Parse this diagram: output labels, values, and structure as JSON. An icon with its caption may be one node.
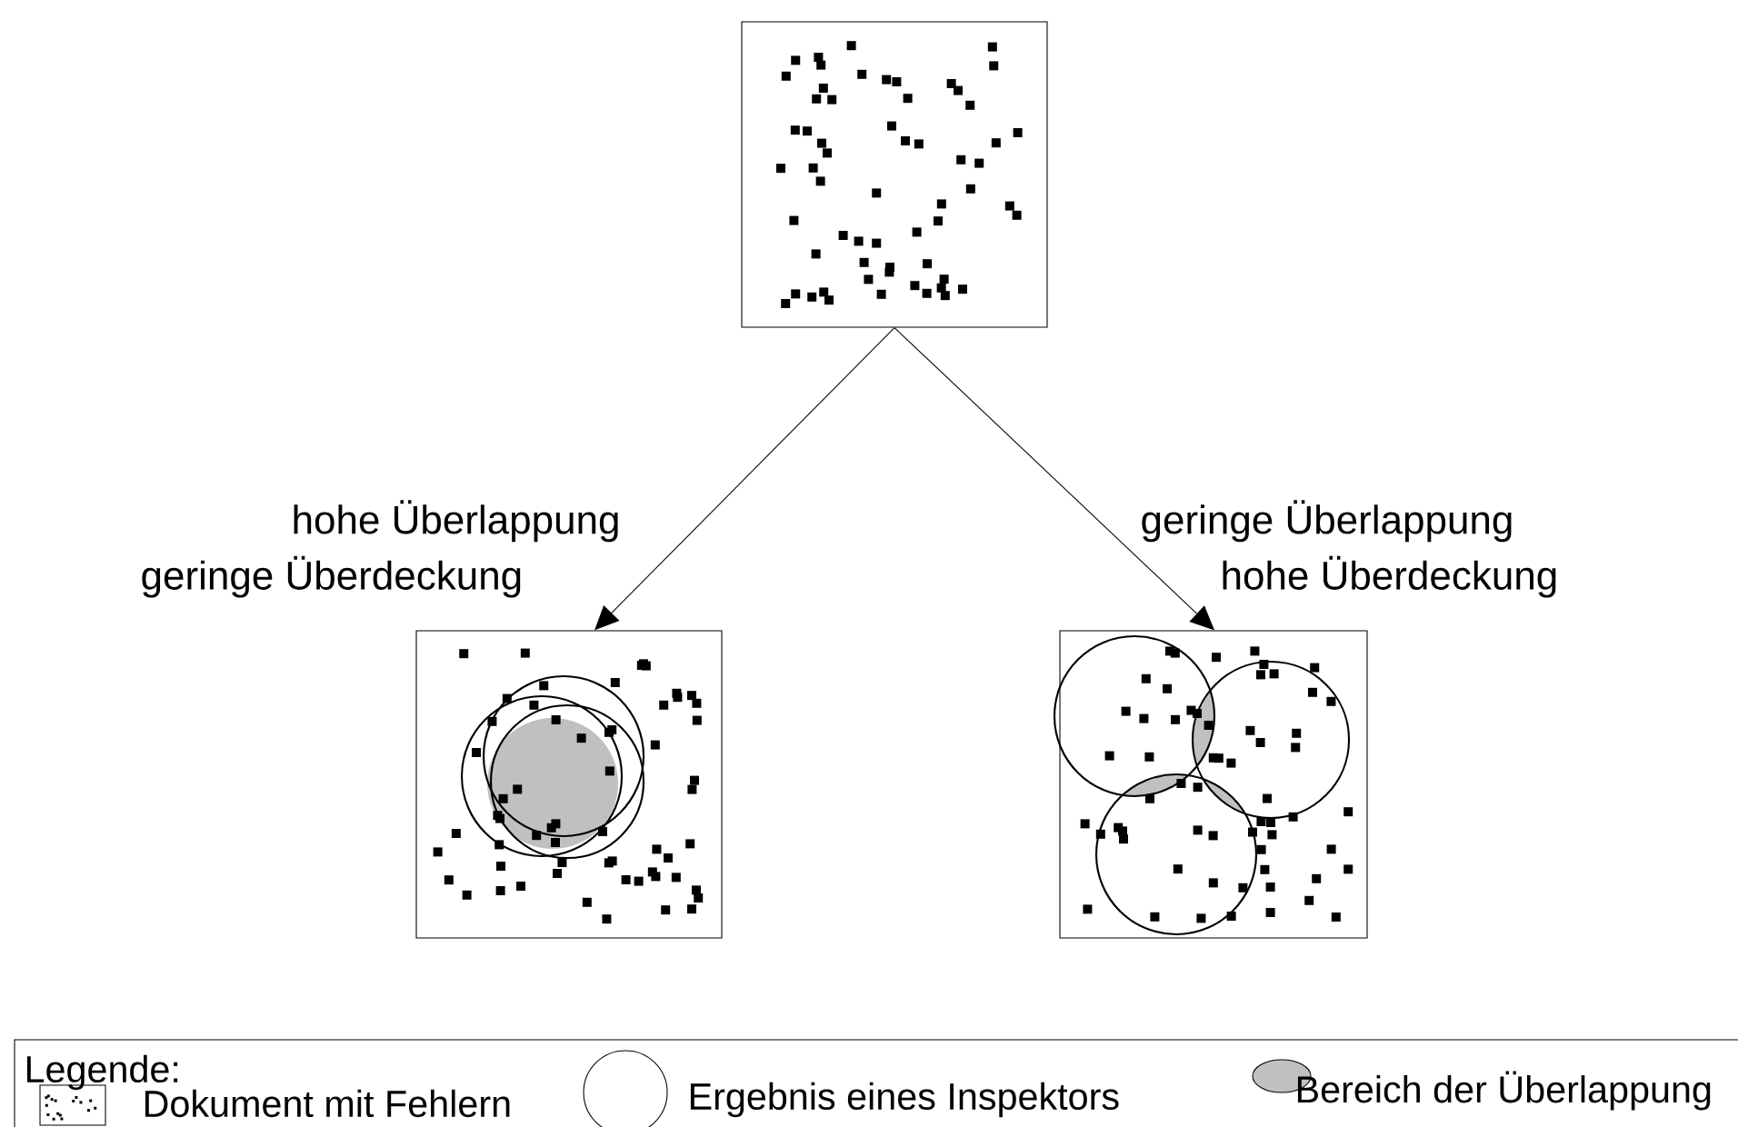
{
  "diagram": {
    "nodes": [
      {
        "text": [],
        "shape": "box"
      },
      {
        "text": [],
        "shape": "box"
      },
      {
        "text": [],
        "shape": "box"
      }
    ],
    "edges": [
      {
        "from": 0,
        "to": 1,
        "arrow": "to",
        "label": "hohe Überlappung geringe Überdeckung"
      },
      {
        "from": 0,
        "to": 2,
        "arrow": "to",
        "label": "geringe Überlappung hohe Überdeckung"
      }
    ],
    "labels": [
      "Legende:"
    ],
    "legend": [
      {
        "text": "Dokument mit Fehlern"
      },
      {
        "text": "Ergebnis eines Inspektors"
      },
      {
        "text": "Bereich der Überlappung",
        "color": "#c0c0c0"
      }
    ]
  }
}
